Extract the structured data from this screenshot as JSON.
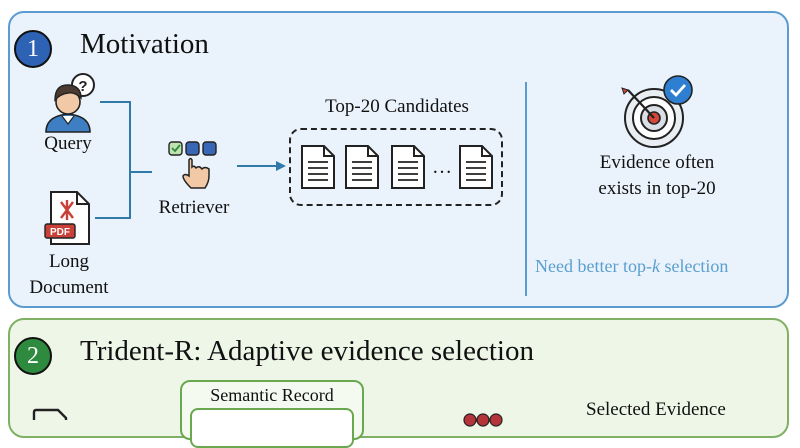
{
  "panel1": {
    "number": "1",
    "title": "Motivation",
    "query_label": "Query",
    "doc_label_line1": "Long",
    "doc_label_line2": "Document",
    "retriever_label": "Retriever",
    "candidates_title": "Top-20 Candidates",
    "ellipsis": "…",
    "pdf_badge": "PDF",
    "evidence_line1": "Evidence often",
    "evidence_line2": "exists in top-20",
    "note_prefix": "Need better top-",
    "note_k": "k",
    "note_suffix": " selection"
  },
  "panel2": {
    "number": "2",
    "title": "Trident-R: Adaptive evidence selection",
    "semantic_record_label": "Semantic Record",
    "selected_evidence_label": "Selected Evidence"
  },
  "colors": {
    "blue_border": "#5b9bd0",
    "blue_fill": "#eaf3fb",
    "green_border": "#7fb064",
    "green_fill": "#eef6e8",
    "note_text": "#5a9fd0"
  },
  "icons": [
    "user-question-icon",
    "pdf-document-icon",
    "retriever-hand-icon",
    "document-icon",
    "target-check-icon",
    "document-outline-icon",
    "dots-icon"
  ]
}
